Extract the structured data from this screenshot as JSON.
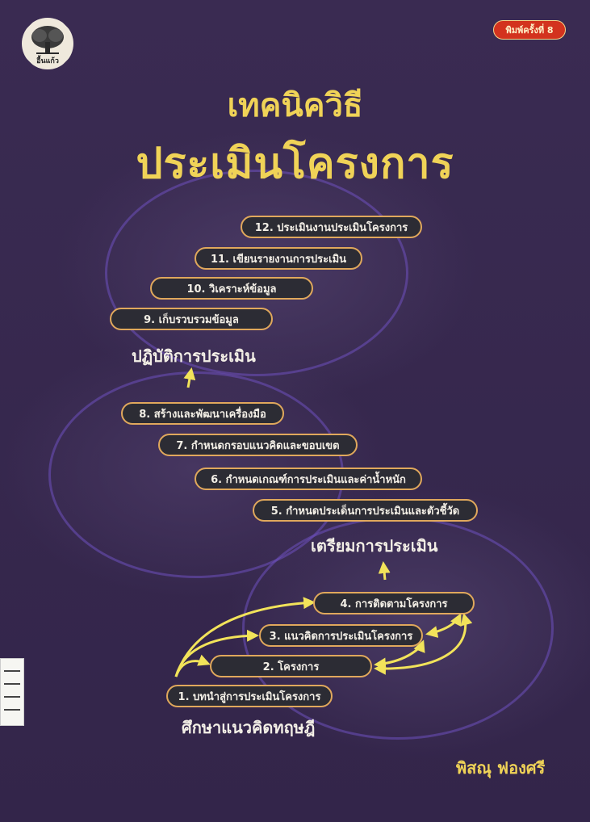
{
  "publisher": {
    "logo_text": "อื้นแก้ว"
  },
  "edition": "พิมพ์ครั้งที่ 8",
  "title": {
    "line1": "เทคนิควิธี",
    "line2": "ประเมินโครงการ"
  },
  "phases": {
    "implementation": "ปฏิบัติการประเมิน",
    "preparation": "เตรียมการประเมิน",
    "study": "ศึกษาแนวคิดทฤษฎี"
  },
  "steps": [
    "1. บทนำสู่การประเมินโครงการ",
    "2. โครงการ",
    "3. แนวคิดการประเมินโครงการ",
    "4. การติดตามโครงการ",
    "5. กำหนดประเด็นการประเมินและตัวชี้วัด",
    "6. กำหนดเกณฑ์การประเมินและค่าน้ำหนัก",
    "7. กำหนดกรอบแนวคิดและขอบเขต",
    "8. สร้างและพัฒนาเครื่องมือ",
    "9. เก็บรวบรวมข้อมูล",
    "10. วิเคราะห์ข้อมูล",
    "11. เขียนรายงานการประเมิน",
    "12. ประเมินงานประเมินโครงการ"
  ],
  "author": "พิสณุ  ฟองศรี",
  "colors": {
    "background": "#35274c",
    "title": "#f0d357",
    "step_fill": "#2c2c34",
    "step_border": "#e0a85c",
    "arrow": "#f2e35a",
    "badge": "#d3331e"
  }
}
